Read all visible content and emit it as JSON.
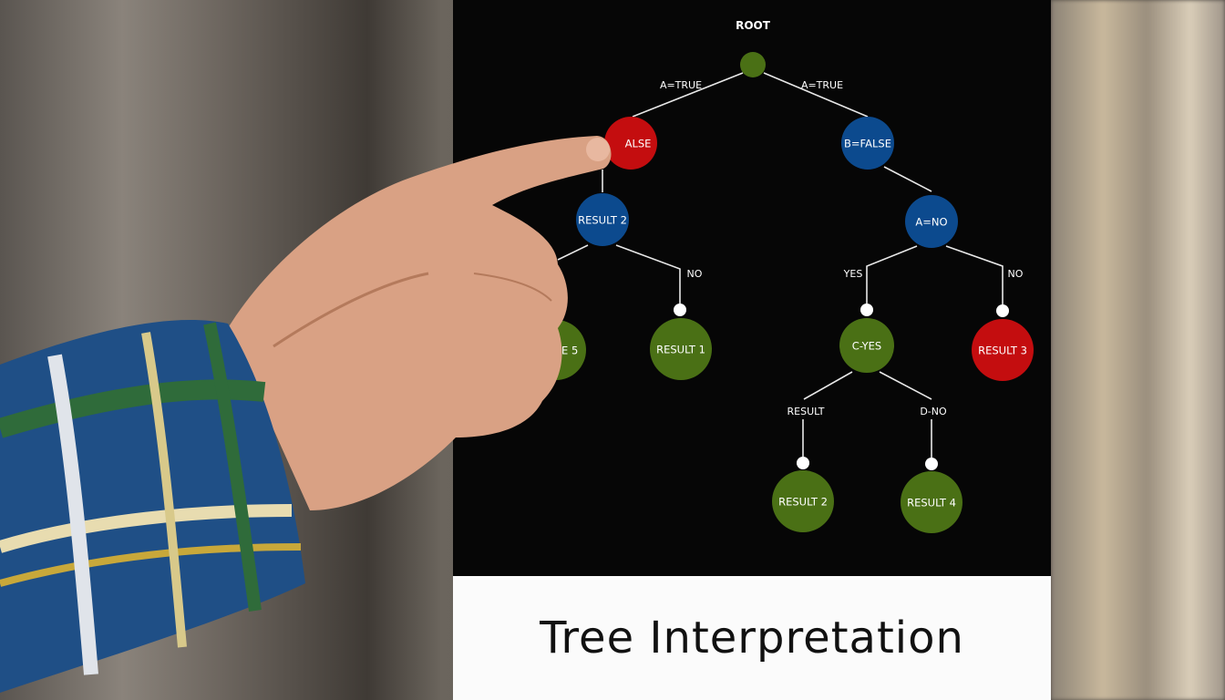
{
  "title": "Tree Interpretation",
  "diagram": {
    "root_label": "ROOT",
    "colors": {
      "green": "#4a7015",
      "blue": "#0c4a8e",
      "red": "#c40d0f"
    },
    "nodes": [
      {
        "id": "root",
        "label": "",
        "color": "green"
      },
      {
        "id": "left",
        "label": "ALSE",
        "color": "red"
      },
      {
        "id": "result2a",
        "label": "RESULT 2",
        "color": "blue"
      },
      {
        "id": "leftleaf",
        "label": "ZLE 5",
        "color": "green"
      },
      {
        "id": "result1",
        "label": "RESULT 1",
        "color": "green"
      },
      {
        "id": "bfalse",
        "label": "B=FALSE",
        "color": "blue"
      },
      {
        "id": "ano",
        "label": "A=NO",
        "color": "blue"
      },
      {
        "id": "cyes",
        "label": "C-YES",
        "color": "green"
      },
      {
        "id": "result3",
        "label": "RESULT 3",
        "color": "red"
      },
      {
        "id": "result2b",
        "label": "RESULT 2",
        "color": "green"
      },
      {
        "id": "result4",
        "label": "RESULT 4",
        "color": "green"
      }
    ],
    "edge_labels": [
      "A=TRUE",
      "A=TRUE",
      "NO",
      "YES",
      "NO",
      "RESULT",
      "D-NO"
    ]
  }
}
